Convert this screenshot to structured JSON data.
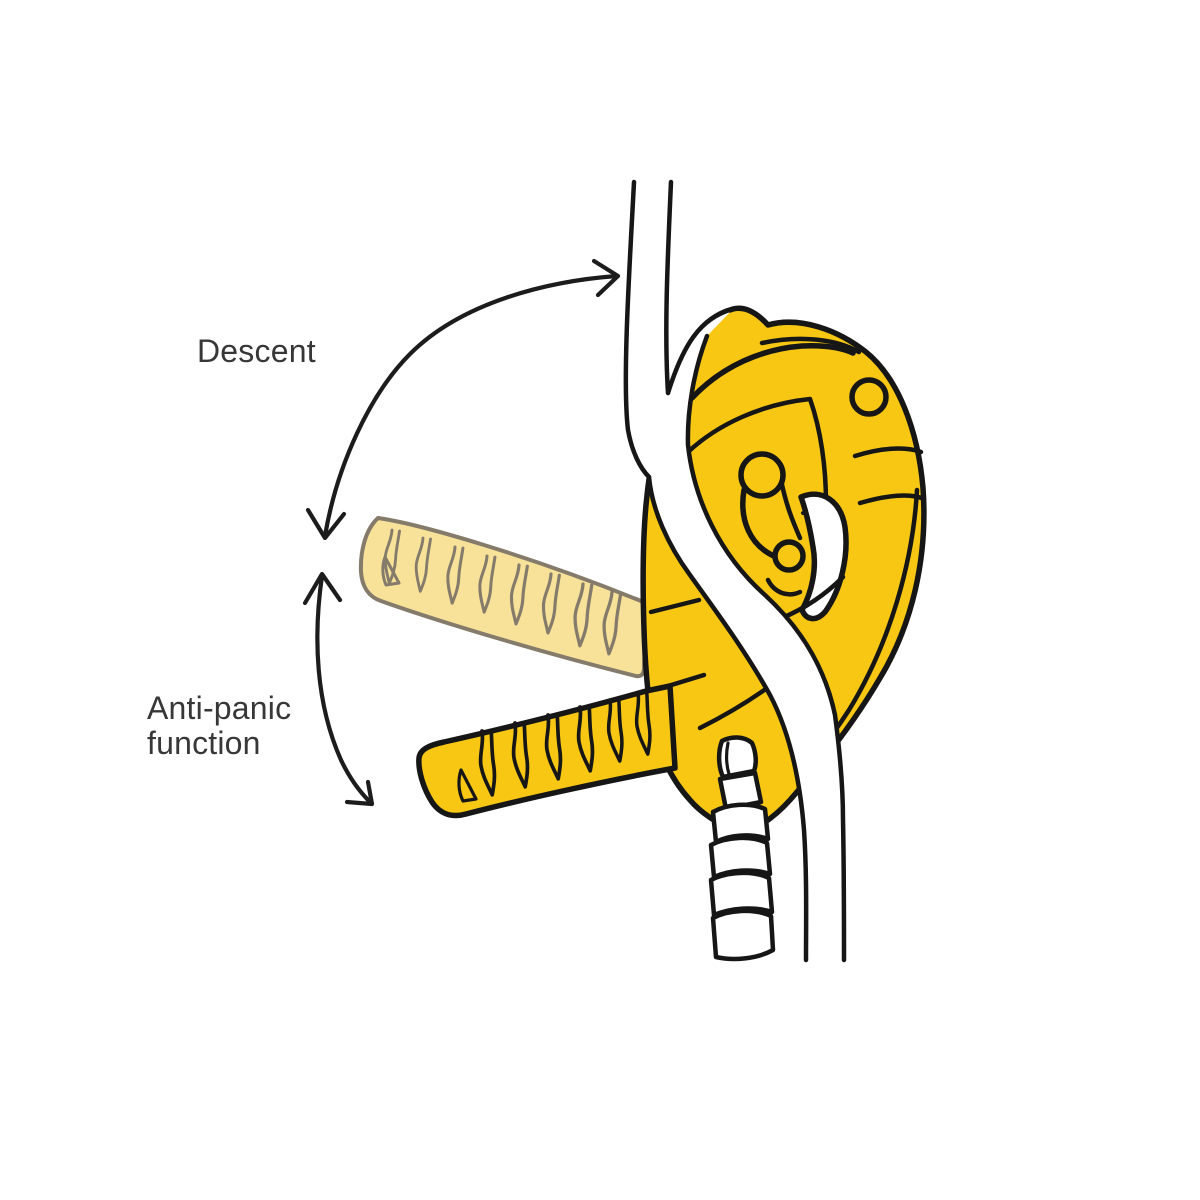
{
  "figure": {
    "type": "technical-illustration",
    "subject": "Self-braking descender on a rope showing handle position ranges"
  },
  "labels": {
    "descent": "Descent",
    "anti_panic": "Anti-panic\nfunction"
  },
  "colors": {
    "device_yellow": "#F7C714",
    "ghost_yellow": "#F8E299",
    "ghost_outline": "#847B6B",
    "outline": "#161616",
    "arrow": "#1C1C1C",
    "text": "#373737",
    "background": "#FFFFFF"
  }
}
